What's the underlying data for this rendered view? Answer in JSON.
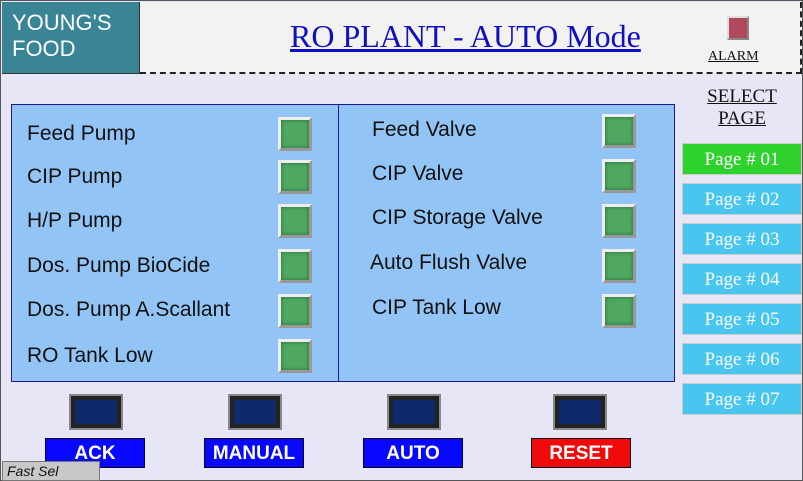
{
  "logo": {
    "line1": "YOUNG'S",
    "line2": "FOOD"
  },
  "header": {
    "title": "RO PLANT - AUTO Mode",
    "alarm_label": "ALARM"
  },
  "left_items": [
    "Feed Pump",
    "CIP Pump",
    "H/P Pump",
    "Dos. Pump BioCide",
    "Dos. Pump A.Scallant",
    "RO Tank Low"
  ],
  "right_items": [
    "Feed Valve",
    "CIP Valve",
    "CIP Storage Valve",
    "Auto Flush Valve",
    "CIP Tank Low"
  ],
  "select_page": {
    "line1": "SELECT",
    "line2": "PAGE"
  },
  "pages": [
    "Page # 01",
    "Page # 02",
    "Page # 03",
    "Page # 04",
    "Page # 05",
    "Page # 06",
    "Page # 07"
  ],
  "active_page": "Page # 01",
  "buttons": {
    "ack": "ACK",
    "manual": "MANUAL",
    "auto": "AUTO",
    "reset": "RESET"
  },
  "fast_sel": "Fast Sel",
  "colors": {
    "led_on": "#4fa860",
    "alarm": "#b04a5a",
    "page_active": "#2ed12e",
    "page": "#47c6f0"
  }
}
